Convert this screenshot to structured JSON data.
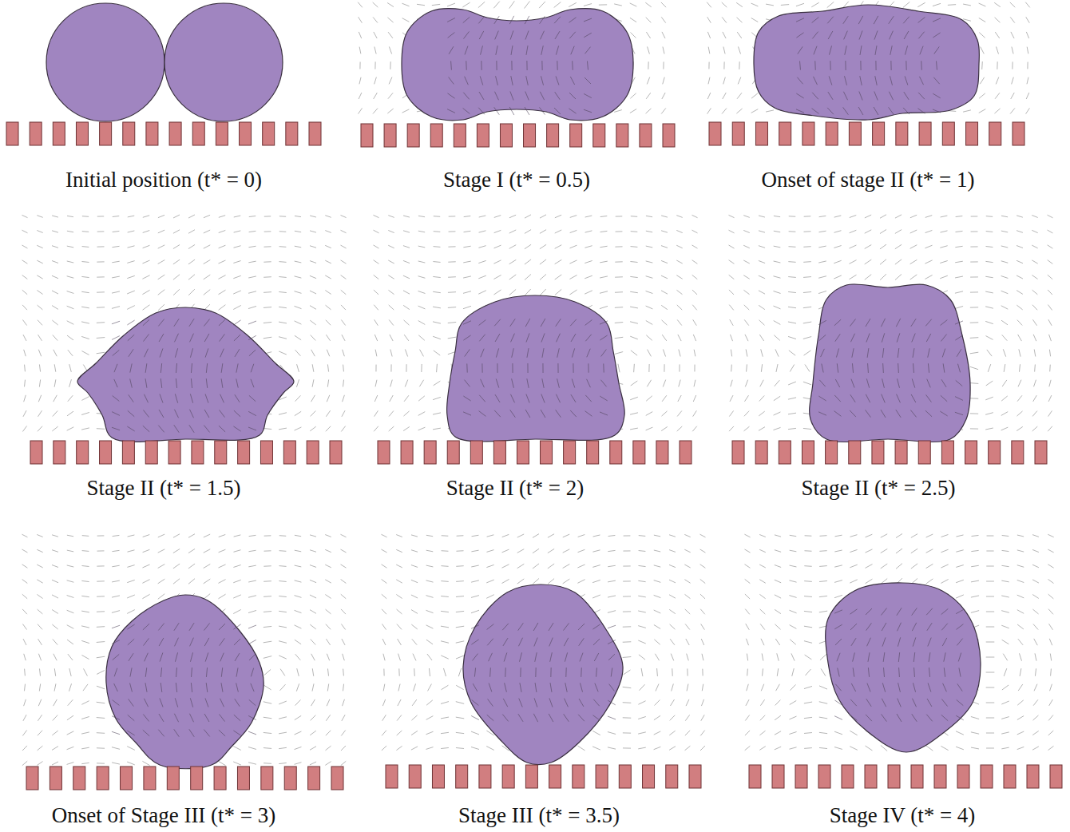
{
  "diagram": {
    "labels": [
      "Initial position (t* = 0)",
      "Stage I (t* = 0.5)",
      "Onset of stage II (t* = 1)",
      "Stage II (t* = 1.5)",
      "Stage II (t* = 2)",
      "Stage II (t* = 2.5)",
      "Onset of Stage III (t* = 3)",
      "Stage III (t* = 3.5)",
      "Stage IV (t* = 4)"
    ]
  }
}
